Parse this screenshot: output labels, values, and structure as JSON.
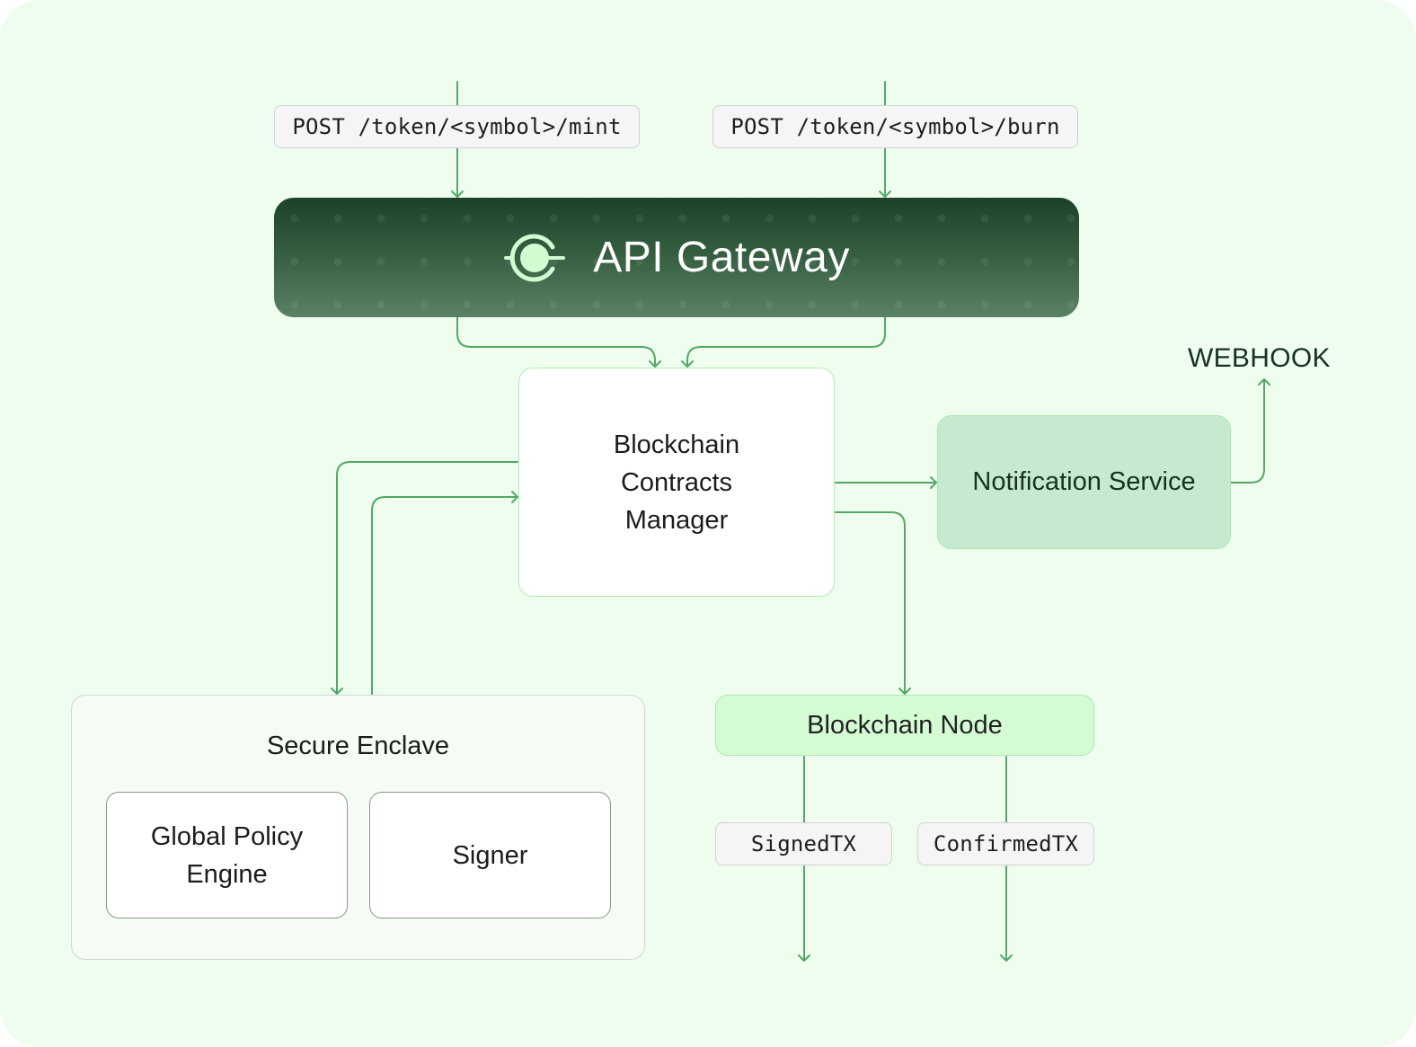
{
  "diagram": {
    "title": "Token mint/burn architecture",
    "colors": {
      "background": "#effdee",
      "connector": "#52a868",
      "gateway_top": "#1c4229",
      "gateway_bottom": "#5a8164",
      "gateway_icon": "#d2fbd2",
      "notification_fill": "#c7e9d0",
      "node_fill": "#d4fbd4",
      "code_pill_fill": "#f5f5f5"
    },
    "endpoints": {
      "mint": "POST /token/<symbol>/mint",
      "burn": "POST /token/<symbol>/burn"
    },
    "gateway": {
      "label": "API Gateway",
      "icon": "gateway-logo-icon"
    },
    "contracts_manager": {
      "lines": [
        "Blockchain",
        "Contracts",
        "Manager"
      ]
    },
    "notification_service": {
      "label": "Notification Service"
    },
    "webhook": {
      "label": "WEBHOOK"
    },
    "secure_enclave": {
      "label": "Secure Enclave",
      "children": {
        "policy_engine": [
          "Global Policy",
          "Engine"
        ],
        "signer": "Signer"
      }
    },
    "blockchain_node": {
      "label": "Blockchain Node",
      "outputs": {
        "signed": "SignedTX",
        "confirmed": "ConfirmedTX"
      }
    },
    "edges": [
      {
        "from": "mint-endpoint",
        "to": "api-gateway"
      },
      {
        "from": "burn-endpoint",
        "to": "api-gateway"
      },
      {
        "from": "api-gateway",
        "to": "blockchain-contracts-manager"
      },
      {
        "from": "api-gateway",
        "to": "blockchain-contracts-manager"
      },
      {
        "from": "blockchain-contracts-manager",
        "to": "secure-enclave"
      },
      {
        "from": "secure-enclave",
        "to": "blockchain-contracts-manager"
      },
      {
        "from": "blockchain-contracts-manager",
        "to": "notification-service"
      },
      {
        "from": "notification-service",
        "to": "webhook"
      },
      {
        "from": "blockchain-contracts-manager",
        "to": "blockchain-node"
      },
      {
        "from": "blockchain-node",
        "to": "signed-tx-output"
      },
      {
        "from": "blockchain-node",
        "to": "confirmed-tx-output"
      }
    ]
  }
}
